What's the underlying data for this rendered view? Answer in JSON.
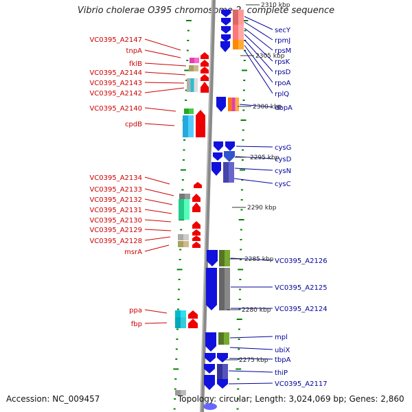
{
  "title": "Vibrio cholerae O395 chromosome 2, complete sequence",
  "footer": {
    "accession": "Accession: NC_009457",
    "topology": "Topology: circular; Length: 3,024,069 bp; Genes: 2,860"
  },
  "colors": {
    "left_label": "#cc0000",
    "right_label": "#000099",
    "backbone": "#888888",
    "tick": "#008000"
  },
  "kbp_labels": [
    {
      "text": "2310 kbp"
    },
    {
      "text": "2305 kbp"
    },
    {
      "text": "2300 kbp"
    },
    {
      "text": "2295 kbp"
    },
    {
      "text": "2290 kbp"
    },
    {
      "text": "2285 kbp"
    },
    {
      "text": "2280 kbp"
    },
    {
      "text": "2275 kbp"
    }
  ],
  "left_genes": [
    {
      "label": "VC0395_A2147"
    },
    {
      "label": "tnpA"
    },
    {
      "label": "fklB"
    },
    {
      "label": "VC0395_A2144"
    },
    {
      "label": "VC0395_A2143"
    },
    {
      "label": "VC0395_A2142"
    },
    {
      "label": "VC0395_A2140"
    },
    {
      "label": "cpdB"
    },
    {
      "label": "VC0395_A2134"
    },
    {
      "label": "VC0395_A2133"
    },
    {
      "label": "VC0395_A2132"
    },
    {
      "label": "VC0395_A2131"
    },
    {
      "label": "VC0395_A2130"
    },
    {
      "label": "VC0395_A2129"
    },
    {
      "label": "VC0395_A2128"
    },
    {
      "label": "msrA"
    },
    {
      "label": "ppa"
    },
    {
      "label": "fbp"
    }
  ],
  "right_genes": [
    {
      "label": "secY"
    },
    {
      "label": "rpmJ"
    },
    {
      "label": "rpsM"
    },
    {
      "label": "rpsK"
    },
    {
      "label": "rpsD"
    },
    {
      "label": "rpoA"
    },
    {
      "label": "rplQ"
    },
    {
      "label": "dbpA"
    },
    {
      "label": "cysG"
    },
    {
      "label": "cysD"
    },
    {
      "label": "cysN"
    },
    {
      "label": "cysC"
    },
    {
      "label": "VC0395_A2126"
    },
    {
      "label": "VC0395_A2125"
    },
    {
      "label": "VC0395_A2124"
    },
    {
      "label": "mpl"
    },
    {
      "label": "ubiX"
    },
    {
      "label": "tbpA"
    },
    {
      "label": "thiP"
    },
    {
      "label": "VC0395_A2117"
    }
  ]
}
